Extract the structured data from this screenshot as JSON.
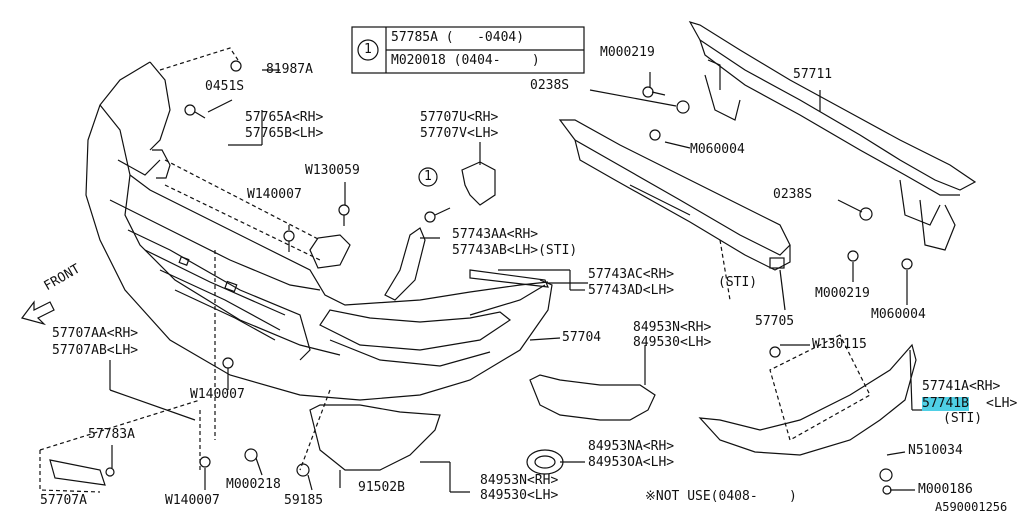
{
  "legend": {
    "marker": "1",
    "rows": [
      "57785A (   -0404)",
      "M020018 (0404-    )"
    ]
  },
  "labels": {
    "p81987A": "81987A",
    "p0451S": "0451S",
    "p57765A": "57765A<RH>",
    "p57765B": "57765B<LH>",
    "p57707U": "57707U<RH>",
    "p57707V": "57707V<LH>",
    "pM000219_top": "M000219",
    "p57711": "57711",
    "p0238S_top": "0238S",
    "pM060004_top": "M060004",
    "pW130059": "W130059",
    "pW140007_a": "W140007",
    "p1_marker_b": "1",
    "p57743AA": "57743AA<RH>",
    "p57743AB": "57743AB<LH>(STI)",
    "p57743AC": "57743AC<RH>",
    "p57743AD": "57743AD<LH>",
    "pSTI_mid": "(STI)",
    "p0238S_right": "0238S",
    "pM000219_right": "M000219",
    "pM060004_right": "M060004",
    "p57705": "57705",
    "pFRONT": "FRONT",
    "p57707AA": "57707AA<RH>",
    "p57707AB": "57707AB<LH>",
    "p57704": "57704",
    "p84953N_top": "84953N<RH>",
    "p84953O_top": "849530<LH>",
    "pW130115": "W130115",
    "p57741A": "57741A<RH>",
    "p57741B": "57741B",
    "p57741B_lh": "<LH>",
    "pSTI_right": "(STI)",
    "pW140007_b": "W140007",
    "p57783A": "57783A",
    "pM000218": "M000218",
    "p84953NA": "84953NA<RH>",
    "p84953OA": "84953OA<LH>",
    "pN510034": "N510034",
    "p57707A": "57707A",
    "pW140007_c": "W140007",
    "p59185": "59185",
    "p91502B": "91502B",
    "p84953N_bot": "84953N<RH>",
    "p84953O_bot": "849530<LH>",
    "pNotUse": "※NOT USE(0408-    )",
    "pM000186": "M000186",
    "pRef": "A590001256"
  },
  "colors": {
    "line": "#111111",
    "highlight": "#4fd0e6",
    "background": "#ffffff"
  }
}
